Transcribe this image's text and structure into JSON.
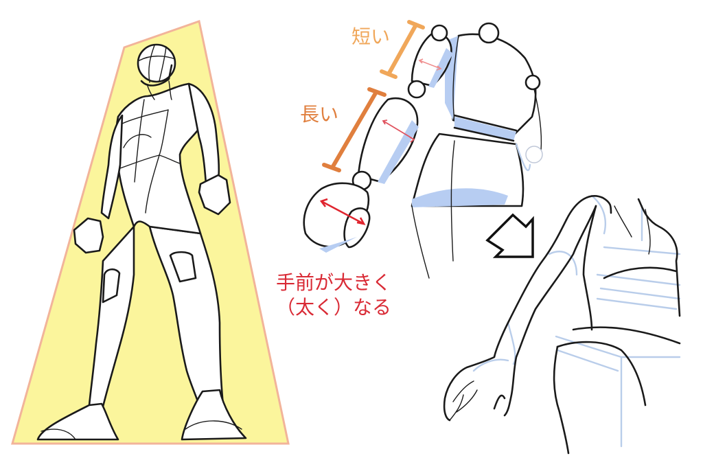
{
  "labels": {
    "short": "短い",
    "long": "長い",
    "foreshortening_line1": "手前が大きく",
    "foreshortening_line2": "（太く）なる"
  },
  "colors": {
    "background": "#ffffff",
    "highlight_trapezoid_fill": "#fbf59c",
    "highlight_trapezoid_border": "#f2b49a",
    "short_bar": "#f0a75a",
    "long_bar": "#e07f3e",
    "thickness_arrow_small": "#ef8c8c",
    "thickness_arrow_large": "#e0252f",
    "caption_text": "#d92a35",
    "shadow_blue": "#b7cdf2",
    "guide_blue": "#b9cdea",
    "line_art": "#1a1a1a"
  },
  "figures": [
    {
      "name": "low-angle-full-body-mannequin",
      "note": "standing figure seen from below on yellow perspective trapezoid"
    },
    {
      "name": "foreshortened-arm-mannequin",
      "note": "mannequin with arm reaching toward viewer, segment length comparison"
    },
    {
      "name": "foreshortened-arm-refined",
      "note": "refined figure drawing with blue construction lines"
    }
  ],
  "icons": {
    "direction_arrow": "hollow arrow pointing down-right"
  }
}
